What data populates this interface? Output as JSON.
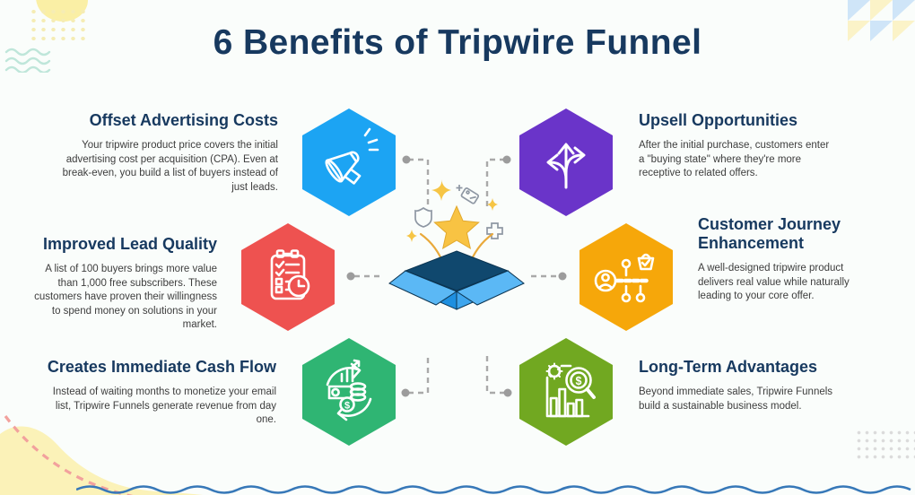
{
  "title": "6 Benefits of Tripwire Funnel",
  "benefits": [
    {
      "heading": "Offset Advertising Costs",
      "body": "Your tripwire product price covers the initial advertising cost per acquisition (CPA). Even at break-even, you build a list of buyers instead of just leads.",
      "icon": "megaphone-icon",
      "color": "#1CA4F3"
    },
    {
      "heading": "Upsell Opportunities",
      "body": "After the initial purchase, customers enter a \"buying state\" where they're more receptive to related offers.",
      "icon": "branching-arrows-icon",
      "color": "#6A34C9"
    },
    {
      "heading": "Improved Lead Quality",
      "body": "A list of 100 buyers brings more value than 1,000 free subscribers. These customers have proven their willingness to spend money on solutions in your market.",
      "icon": "checklist-clock-icon",
      "color": "#EE5250"
    },
    {
      "heading": "Customer Journey Enhancement",
      "body": "A well-designed tripwire product delivers real value while naturally leading to your core offer.",
      "icon": "customer-journey-icon",
      "color": "#F6A70A"
    },
    {
      "heading": "Creates Immediate Cash Flow",
      "body": "Instead of waiting months to monetize your email list, Tripwire Funnels generate revenue from day one.",
      "icon": "cash-flow-icon",
      "color": "#2FB573"
    },
    {
      "heading": "Long-Term Advantages",
      "body": "Beyond immediate sales, Tripwire Funnels build a sustainable business model.",
      "icon": "analytics-magnifier-icon",
      "color": "#71A821"
    }
  ],
  "center_illustration": "open-gift-box-with-star",
  "palette": {
    "background": "#FAFDFB",
    "title_text": "#17395F",
    "body_text": "#3D3D3D",
    "connector": "#A9A9A9",
    "star_gold": "#F8C343",
    "box_blue": "#1E93E4"
  }
}
